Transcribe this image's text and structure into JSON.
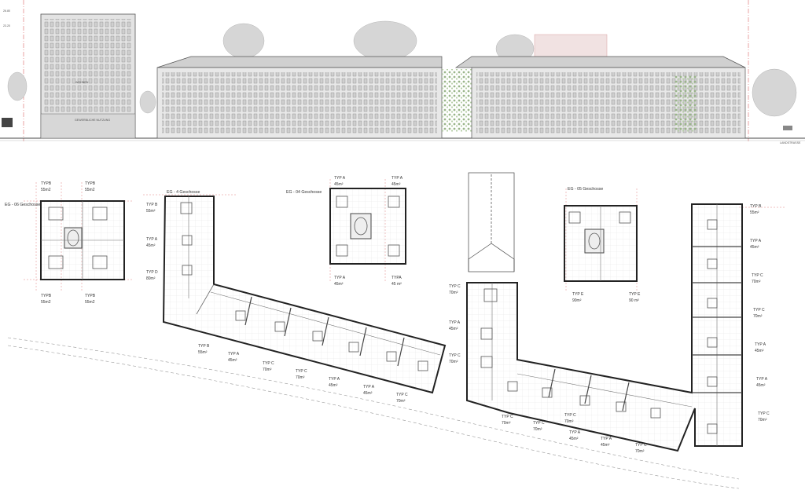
{
  "elevation": {
    "levels": [
      "26.80",
      "23.20"
    ],
    "tower_uses": [
      "WOHNEN",
      "GEWERBLICHE NUTZUNG"
    ],
    "street": "LANDSTRASSE"
  },
  "plans": {
    "tower1": {
      "header": "EG - 06 Geschosse",
      "units": [
        {
          "type": "TYPB",
          "area": "55m2"
        },
        {
          "type": "TYPB",
          "area": "55m2"
        },
        {
          "type": "TYPB",
          "area": "55m2"
        },
        {
          "type": "TYPB",
          "area": "55m2"
        }
      ]
    },
    "tower2": {
      "header": "EG - 04 Geschosse",
      "units": [
        {
          "type": "TYP A",
          "area": "45m²"
        },
        {
          "type": "TYP A",
          "area": "45m²"
        },
        {
          "type": "TYP A",
          "area": "45m²"
        },
        {
          "type": "TYPA",
          "area": "45 m²"
        }
      ]
    },
    "tower3": {
      "header": "EG - 05 Geschosse",
      "units": [
        {
          "type": "TYP E",
          "area": "90m²"
        },
        {
          "type": "TYP E",
          "area": "90 m²"
        }
      ]
    },
    "left_block": {
      "header": "EG - 4 Geschosse",
      "left_units": [
        {
          "type": "TYP B",
          "area": "55m²"
        },
        {
          "type": "TYP A",
          "area": "45m²"
        },
        {
          "type": "TYP D",
          "area": "80m²"
        }
      ],
      "bottom_units": [
        {
          "type": "TYP B",
          "area": "55m²"
        },
        {
          "type": "TYP A",
          "area": "45m²"
        },
        {
          "type": "TYP C",
          "area": "70m²"
        },
        {
          "type": "TYP C",
          "area": "70m²"
        },
        {
          "type": "TYP A",
          "area": "45m²"
        },
        {
          "type": "TYP A",
          "area": "45m²"
        },
        {
          "type": "TYP C",
          "area": "70m²"
        }
      ]
    },
    "right_block": {
      "left_units": [
        {
          "type": "TYP C",
          "area": "70m²"
        },
        {
          "type": "TYP A",
          "area": "45m²"
        },
        {
          "type": "TYP C",
          "area": "70m²"
        }
      ],
      "bottom_units": [
        {
          "type": "TYP C",
          "area": "70m²"
        },
        {
          "type": "TYP C",
          "area": "70m²"
        },
        {
          "type": "TYP C",
          "area": "70m²"
        },
        {
          "type": "TYP A",
          "area": "45m²"
        },
        {
          "type": "TYP A",
          "area": "45m²"
        },
        {
          "type": "TYP C",
          "area": "70m²"
        }
      ],
      "right_units": [
        {
          "type": "TYP B",
          "area": "55m²"
        },
        {
          "type": "TYP A",
          "area": "45m²"
        },
        {
          "type": "TYP C",
          "area": "70m²"
        },
        {
          "type": "TYP C",
          "area": "70m²"
        },
        {
          "type": "TYP A",
          "area": "45m²"
        },
        {
          "type": "TYP A",
          "area": "45m²"
        },
        {
          "type": "TYP C",
          "area": "70m²"
        }
      ]
    }
  }
}
